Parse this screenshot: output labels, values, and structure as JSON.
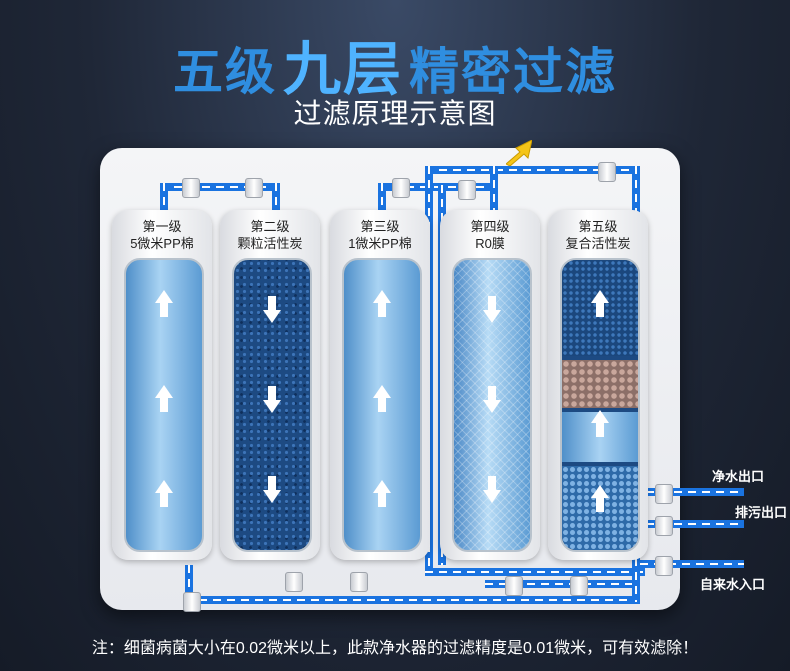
{
  "header": {
    "title_part1": "五级",
    "title_part2": "九层",
    "title_part3": "精密过滤",
    "subtitle": "过滤原理示意图"
  },
  "filters": [
    {
      "stage": "第一级",
      "desc": "5微米PP棉",
      "core": "light"
    },
    {
      "stage": "第二级",
      "desc": "颗粒活性炭",
      "core": "dark"
    },
    {
      "stage": "第三级",
      "desc": "1微米PP棉",
      "core": "light"
    },
    {
      "stage": "第四级",
      "desc": "R0膜",
      "core": "ro"
    },
    {
      "stage": "第五级",
      "desc": "复合活性炭",
      "core": "composite"
    }
  ],
  "ports": {
    "clean_out": "净水出口",
    "waste_out": "排污出口",
    "tap_in": "自来水入口"
  },
  "footer": {
    "note": "注：细菌病菌大小在0.02微米以上，此款净水器的过滤精度是0.01微米，可有效滤除！"
  },
  "colors": {
    "pipe": "#1a73e0",
    "title": "#2f8ee0",
    "highlight_arrow": "#f5c518"
  }
}
